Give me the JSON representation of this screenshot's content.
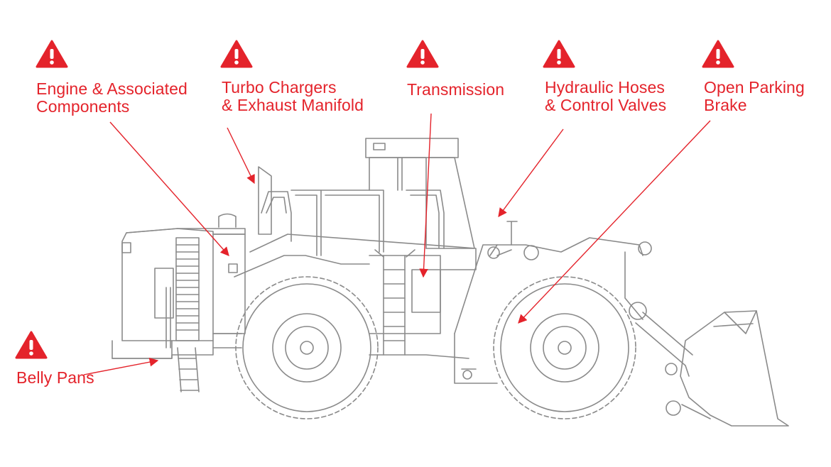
{
  "colors": {
    "accent": "#e4232b",
    "line_art": "#8a8a8a",
    "background": "#ffffff"
  },
  "machine": {
    "icon": "wheel-loader-icon"
  },
  "callouts": [
    {
      "id": "engine",
      "line1": "Engine & Associated",
      "line2": "Components",
      "icon": "warning-icon"
    },
    {
      "id": "turbo",
      "line1": "Turbo Chargers",
      "line2": "& Exhaust Manifold",
      "icon": "warning-icon"
    },
    {
      "id": "transmission",
      "line1": "Transmission",
      "line2": "",
      "icon": "warning-icon"
    },
    {
      "id": "hydraulic",
      "line1": "Hydraulic Hoses",
      "line2": "& Control Valves",
      "icon": "warning-icon"
    },
    {
      "id": "parking",
      "line1": "Open Parking",
      "line2": "Brake",
      "icon": "warning-icon"
    },
    {
      "id": "belly",
      "line1": "Belly Pans",
      "line2": "",
      "icon": "warning-icon"
    }
  ]
}
